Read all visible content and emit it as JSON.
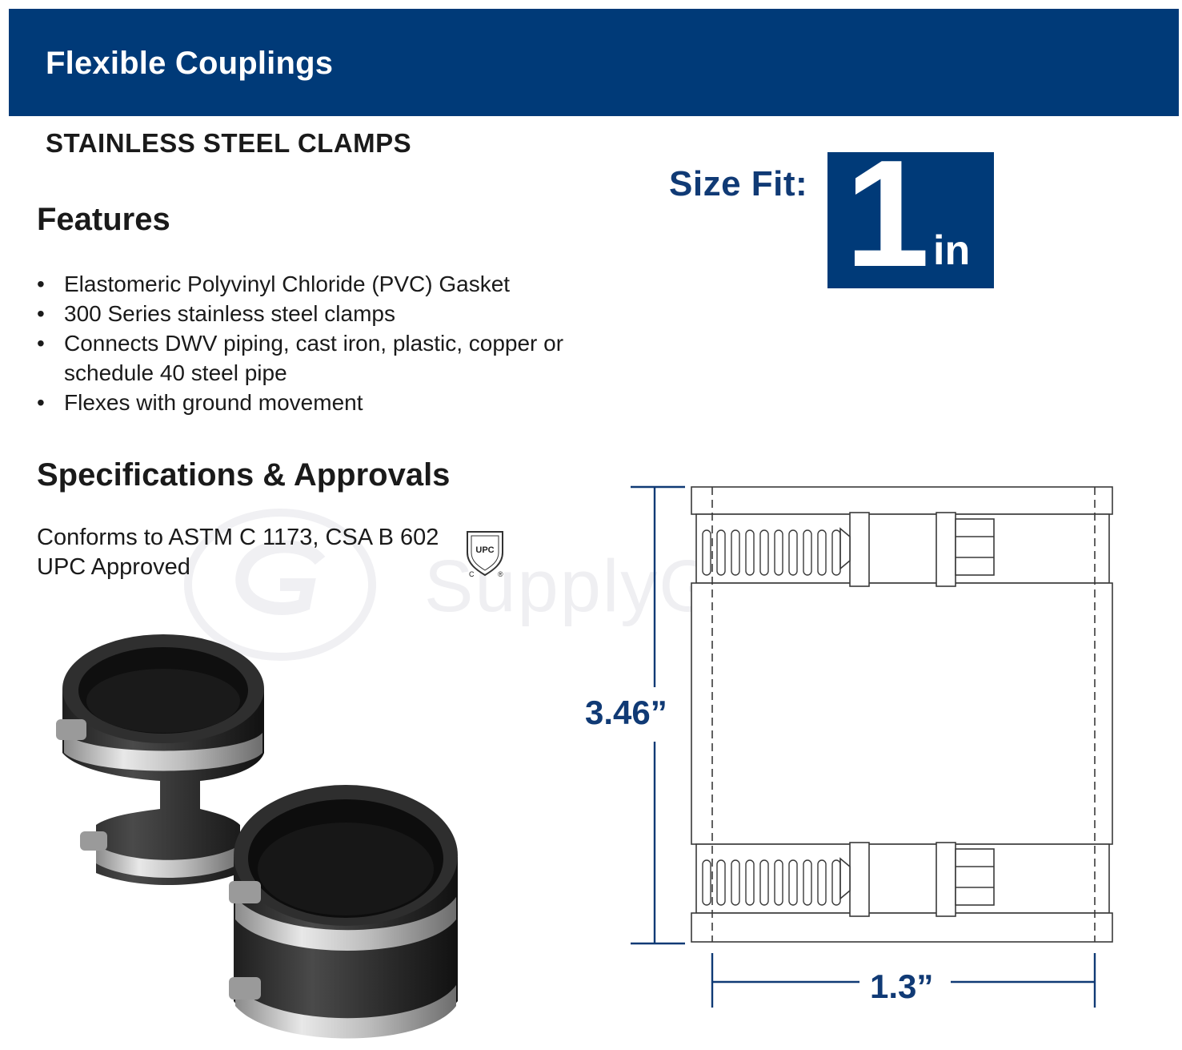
{
  "banner": {
    "title": "Flexible Couplings"
  },
  "subtitle": "STAINLESS STEEL CLAMPS",
  "size_fit": {
    "label": "Size Fit:",
    "number": "1",
    "unit": "in"
  },
  "features": {
    "heading": "Features",
    "bullet": "•",
    "items": [
      "Elastomeric Polyvinyl Chloride (PVC) Gasket",
      "300 Series stainless steel clamps",
      "Connects DWV piping, cast iron, plastic, copper or schedule 40 steel pipe",
      "Flexes with ground movement"
    ]
  },
  "specs": {
    "heading": "Specifications & Approvals",
    "line1": "Conforms to ASTM C 1173, CSA B 602",
    "line2": "UPC Approved"
  },
  "upc_logo": {
    "text": "UPC",
    "c_mark": "C",
    "registered": "®"
  },
  "watermark": {
    "text": "SupplyGiant"
  },
  "dimensions": {
    "height": "3.46”",
    "width": "1.3”"
  },
  "colors": {
    "brand_blue": "#003a78",
    "dim_blue": "#103a75"
  }
}
